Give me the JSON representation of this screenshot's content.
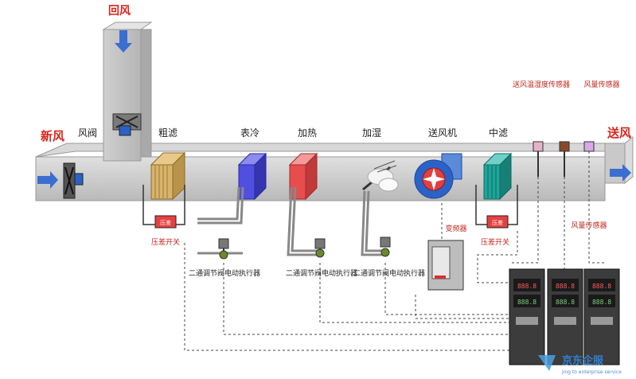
{
  "labels": {
    "return_air": "回风",
    "fresh_air": "新风",
    "supply_air": "送风",
    "damper": "风阀",
    "coarse_filter": "粗滤",
    "cooling_coil": "表冷",
    "heating": "加热",
    "humidify": "加湿",
    "supply_fan": "送风机",
    "medium_filter": "中滤",
    "supply_temp_sensor": "送风温湿度传感器",
    "airflow_sensor_top": "风量传感器",
    "airflow_sensor_right": "风量传感器",
    "dp_switch_1": "压差开关",
    "dp_switch_2": "压差开关",
    "inverter": "变频器",
    "valve_cool": "二通调节阀电动执行器",
    "valve_heat": "二通调节阀电动执行器",
    "valve_humid": "二通调节阀电动执行器",
    "dp_box_1": "压差",
    "dp_box_2": "压差"
  },
  "controllers": [
    {
      "pv": "888.8",
      "sv": "888.8"
    },
    {
      "pv": "888.8",
      "sv": "888.8"
    },
    {
      "pv": "888.8",
      "sv": "888.8"
    }
  ],
  "watermark": {
    "brand": "京东企服",
    "url": "jing to enterprise service"
  },
  "colors": {
    "duct": "#c8c8c8",
    "red_label": "#d9261c",
    "coarse_filter": "#d8b46a",
    "cooling": "#4f4fe0",
    "heating": "#e84d4d",
    "medium_filter": "#1fa59a",
    "fan": "#2b62c8",
    "arrow": "#3a6ed0"
  }
}
